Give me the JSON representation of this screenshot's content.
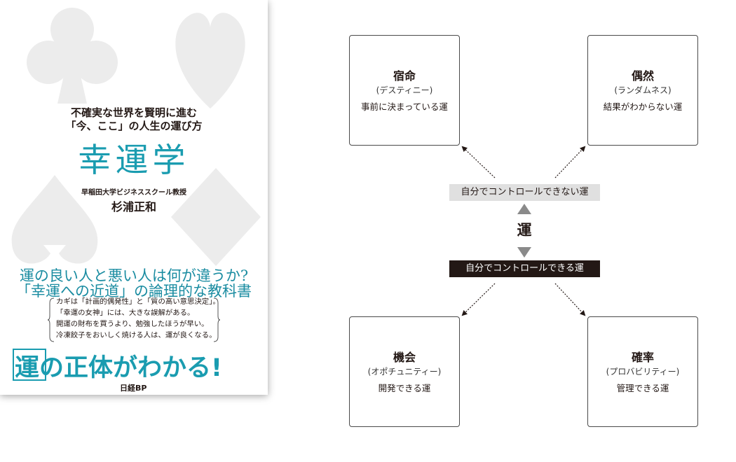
{
  "cover": {
    "tagline_1": "不確実な世界を賢明に進む",
    "tagline_2": "「今、ここ」の人生の運び方",
    "title": "幸運学",
    "affiliation": "早稲田大学ビジネススクール教授",
    "author": "杉浦正和",
    "question": "運の良い人と悪い人は何が違うか?",
    "subtitle": "「幸運への近道」の論理的な教科書",
    "bullets": [
      "カギは「計画的偶発性」と「質の高い意思決定」。",
      "「幸運の女神」には、大きな誤解がある。",
      "開運の財布を買うより、勉強したほうが早い。",
      "冷凍餃子をおいしく焼ける人は、運が良くなる。"
    ],
    "catch_kanji": "運",
    "catch_rest": "の正体がわかる!",
    "publisher": "日経BP"
  },
  "diagram": {
    "center": "運",
    "uncontrollable_label": "自分でコントロールできない運",
    "controllable_label": "自分でコントロールできる運",
    "nodes": {
      "fate": {
        "title": "宿命",
        "reading": "(デスティニー)",
        "desc": "事前に決まっている運"
      },
      "chance": {
        "title": "偶然",
        "reading": "(ランダムネス)",
        "desc": "結果がわからない運"
      },
      "opportunity": {
        "title": "機会",
        "reading": "(オポチュニティー)",
        "desc": "開発できる運"
      },
      "probability": {
        "title": "確率",
        "reading": "(プロバビリティー)",
        "desc": "管理できる運"
      }
    }
  },
  "colors": {
    "accent": "#1a9cb0",
    "dark": "#231815",
    "label_gray": "#e0e0e0",
    "suit_gray": "#ececec",
    "arrow_gray": "#8a8a8a"
  }
}
